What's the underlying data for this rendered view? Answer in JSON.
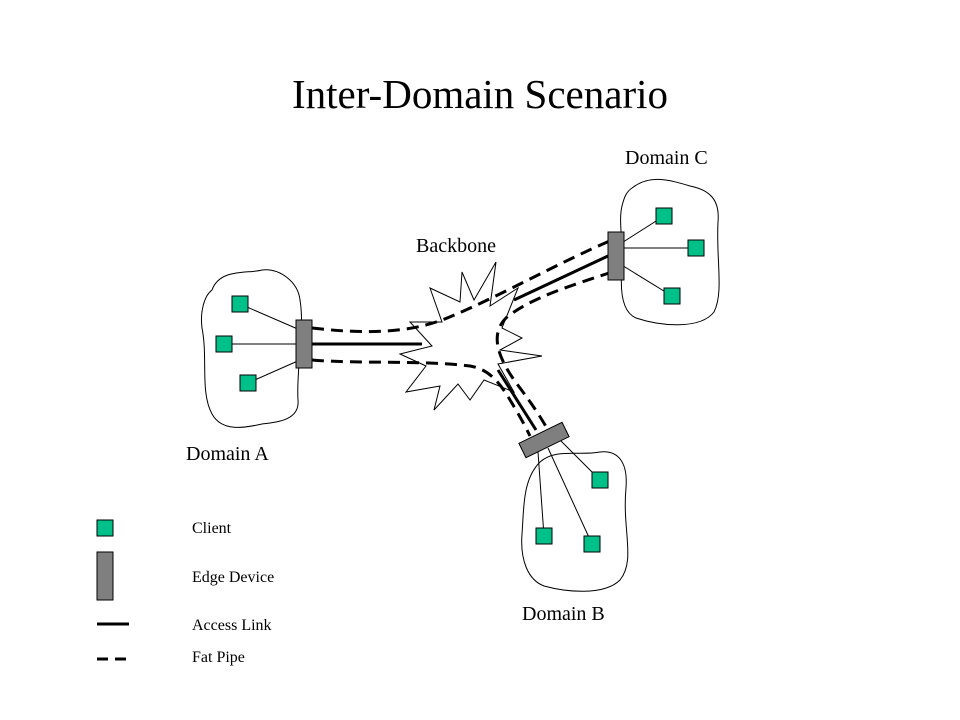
{
  "title": "Inter-Domain Scenario",
  "domains": {
    "a": "Domain A",
    "b": "Domain B",
    "c": "Domain C",
    "backbone": "Backbone"
  },
  "legend": {
    "client": "Client",
    "edge_device": "Edge Device",
    "access_link": "Access Link",
    "fat_pipe": "Fat Pipe"
  },
  "colors": {
    "client": "#00c08a",
    "edge_device": "#7f7f7f",
    "line": "#000000"
  }
}
